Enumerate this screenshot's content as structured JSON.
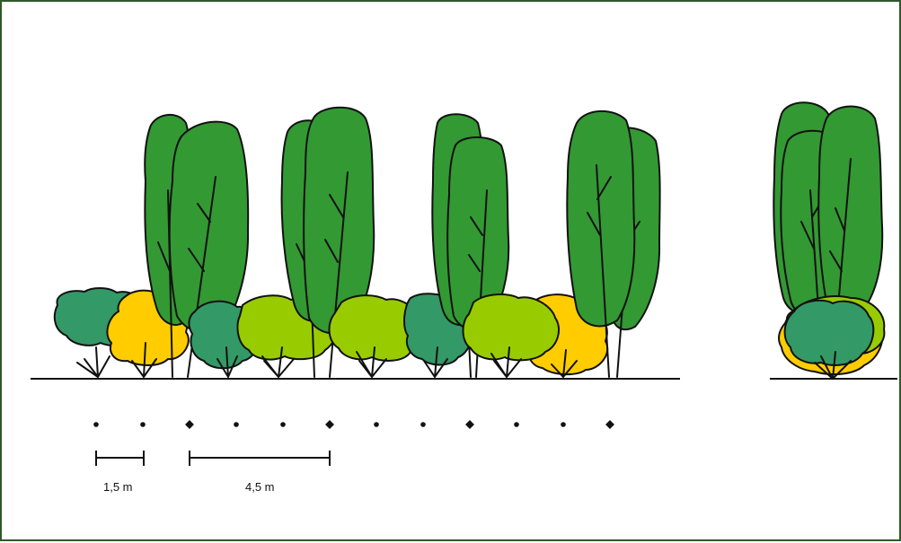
{
  "scale": {
    "short_label": "1,5 m",
    "long_label": "4,5 m"
  },
  "colors": {
    "frame": "#2f5a2a",
    "tree_green": "#339933",
    "shrub_teal": "#339966",
    "shrub_lime": "#99cc00",
    "shrub_yellow": "#ffcc00",
    "outline": "#111111"
  },
  "diagram": {
    "views": [
      "front-elevation",
      "side-elevation"
    ],
    "planting_marks": [
      "shrub",
      "shrub",
      "tree",
      "shrub",
      "shrub",
      "tree",
      "shrub",
      "shrub",
      "tree",
      "shrub",
      "shrub",
      "tree"
    ]
  }
}
